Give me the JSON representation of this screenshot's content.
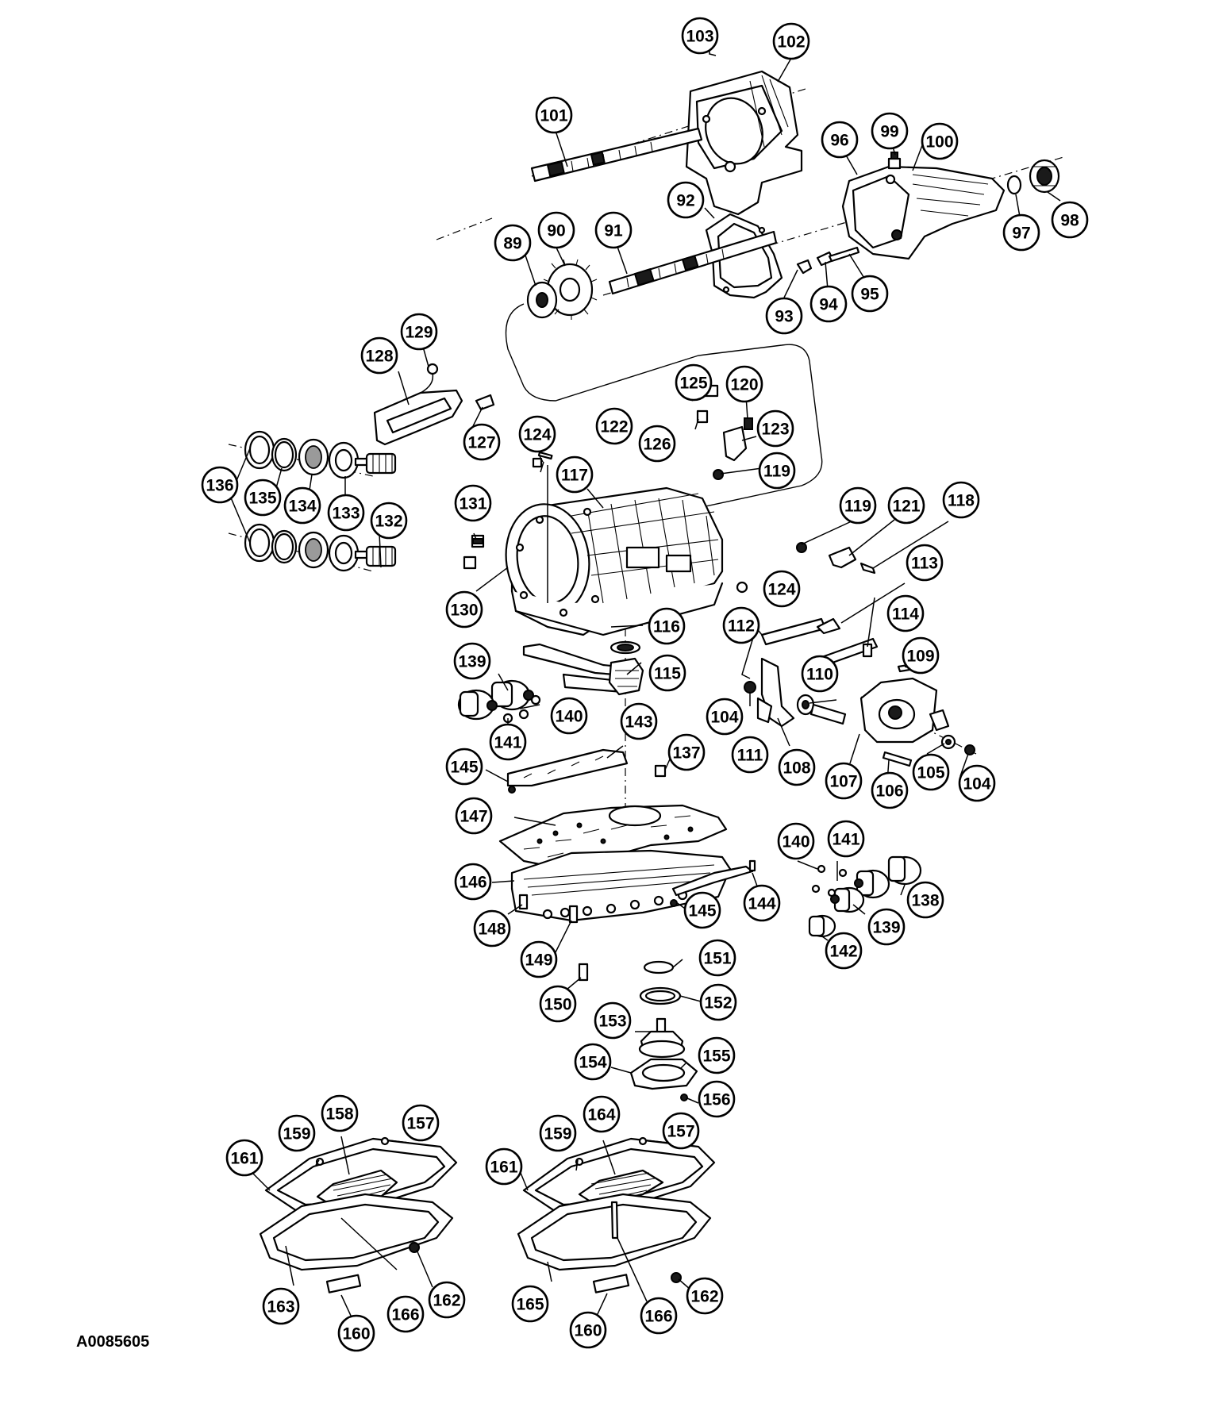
{
  "drawing_id": "A0085605",
  "callouts": [
    {
      "label": "103"
    },
    {
      "label": "102"
    },
    {
      "label": "101"
    },
    {
      "label": "96"
    },
    {
      "label": "99"
    },
    {
      "label": "100"
    },
    {
      "label": "97"
    },
    {
      "label": "98"
    },
    {
      "label": "92"
    },
    {
      "label": "89"
    },
    {
      "label": "90"
    },
    {
      "label": "91"
    },
    {
      "label": "93"
    },
    {
      "label": "94"
    },
    {
      "label": "95"
    },
    {
      "label": "129"
    },
    {
      "label": "128"
    },
    {
      "label": "127"
    },
    {
      "label": "125"
    },
    {
      "label": "120"
    },
    {
      "label": "126"
    },
    {
      "label": "123"
    },
    {
      "label": "124"
    },
    {
      "label": "122"
    },
    {
      "label": "117"
    },
    {
      "label": "119"
    },
    {
      "label": "136"
    },
    {
      "label": "135"
    },
    {
      "label": "134"
    },
    {
      "label": "133"
    },
    {
      "label": "132"
    },
    {
      "label": "131"
    },
    {
      "label": "130"
    },
    {
      "label": "119"
    },
    {
      "label": "121"
    },
    {
      "label": "118"
    },
    {
      "label": "113"
    },
    {
      "label": "124"
    },
    {
      "label": "114"
    },
    {
      "label": "112"
    },
    {
      "label": "116"
    },
    {
      "label": "115"
    },
    {
      "label": "139"
    },
    {
      "label": "110"
    },
    {
      "label": "109"
    },
    {
      "label": "140"
    },
    {
      "label": "104"
    },
    {
      "label": "141"
    },
    {
      "label": "143"
    },
    {
      "label": "111"
    },
    {
      "label": "108"
    },
    {
      "label": "137"
    },
    {
      "label": "145"
    },
    {
      "label": "107"
    },
    {
      "label": "106"
    },
    {
      "label": "105"
    },
    {
      "label": "104"
    },
    {
      "label": "147"
    },
    {
      "label": "140"
    },
    {
      "label": "141"
    },
    {
      "label": "146"
    },
    {
      "label": "138"
    },
    {
      "label": "144"
    },
    {
      "label": "145"
    },
    {
      "label": "139"
    },
    {
      "label": "148"
    },
    {
      "label": "142"
    },
    {
      "label": "149"
    },
    {
      "label": "151"
    },
    {
      "label": "152"
    },
    {
      "label": "150"
    },
    {
      "label": "153"
    },
    {
      "label": "155"
    },
    {
      "label": "154"
    },
    {
      "label": "156"
    },
    {
      "label": "158"
    },
    {
      "label": "164"
    },
    {
      "label": "159"
    },
    {
      "label": "157"
    },
    {
      "label": "159"
    },
    {
      "label": "157"
    },
    {
      "label": "161"
    },
    {
      "label": "161"
    },
    {
      "label": "162"
    },
    {
      "label": "163"
    },
    {
      "label": "166"
    },
    {
      "label": "165"
    },
    {
      "label": "166"
    },
    {
      "label": "162"
    },
    {
      "label": "160"
    },
    {
      "label": "160"
    }
  ]
}
